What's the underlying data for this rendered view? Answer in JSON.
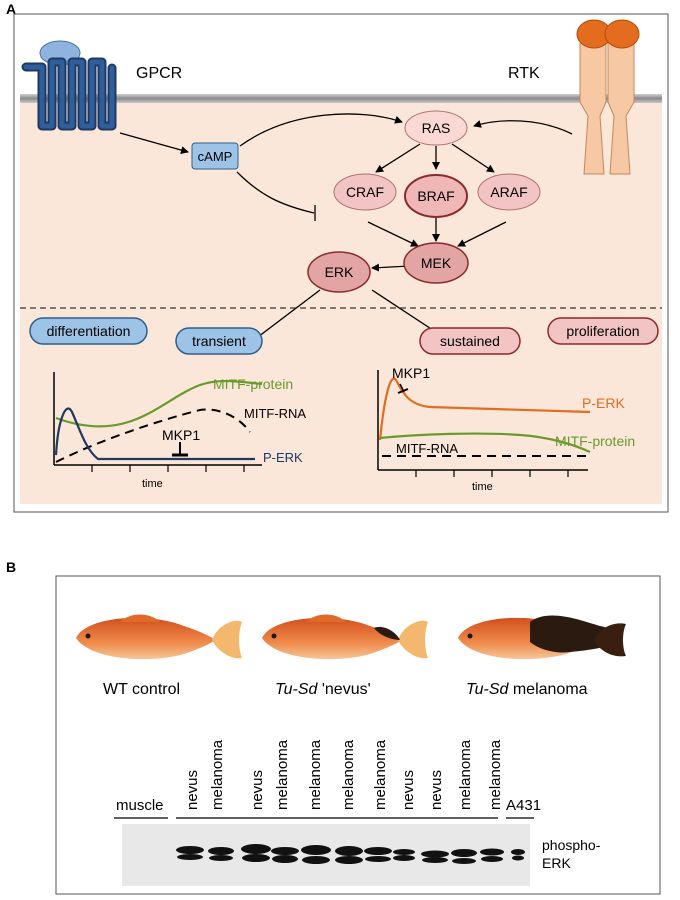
{
  "panel_a": {
    "label": "A",
    "receptors": {
      "gpcr": "GPCR",
      "rtk": "RTK"
    },
    "nodes": {
      "camp": "cAMP",
      "ras": "RAS",
      "craf": "CRAF",
      "braf": "BRAF",
      "araf": "ARAF",
      "mek": "MEK",
      "erk": "ERK"
    },
    "outcomes": {
      "differentiation": "differentiation",
      "transient": "transient",
      "sustained": "sustained",
      "proliferation": "proliferation"
    },
    "transient_plot": {
      "mitf_protein": "MITF-protein",
      "mitf_rna": "MITF-RNA",
      "mkp1": "MKP1",
      "p_erk": "P-ERK",
      "xlabel": "time"
    },
    "sustained_plot": {
      "mkp1": "MKP1",
      "p_erk": "P-ERK",
      "mitf_protein": "MITF-protein",
      "mitf_rna": "MITF-RNA",
      "xlabel": "time"
    },
    "colors": {
      "background": "#fbe7d9",
      "blue_box": "#9dc3e6",
      "blue_border": "#2e5f8a",
      "pink_box": "#f2c4c4",
      "red_box": "#e3a4a4",
      "red_border": "#8b2a2a",
      "green": "#6a9a2e",
      "orange": "#e36c1e",
      "navy": "#1f3864",
      "rtk": "#f6c9a4"
    }
  },
  "panel_b": {
    "label": "B",
    "fish_labels": {
      "wt": "WT control",
      "nevus_italic": "Tu-Sd",
      "nevus_rest": " 'nevus'",
      "melanoma_italic": "Tu-Sd",
      "melanoma_rest": " melanoma"
    },
    "lanes": [
      "muscle",
      "nevus",
      "melanoma",
      "nevus",
      "melanoma",
      "melanoma",
      "melanoma",
      "melanoma",
      "nevus",
      "nevus",
      "melanoma",
      "melanoma",
      "A431"
    ],
    "blot_label_line1": "phospho-",
    "blot_label_line2": "ERK"
  }
}
